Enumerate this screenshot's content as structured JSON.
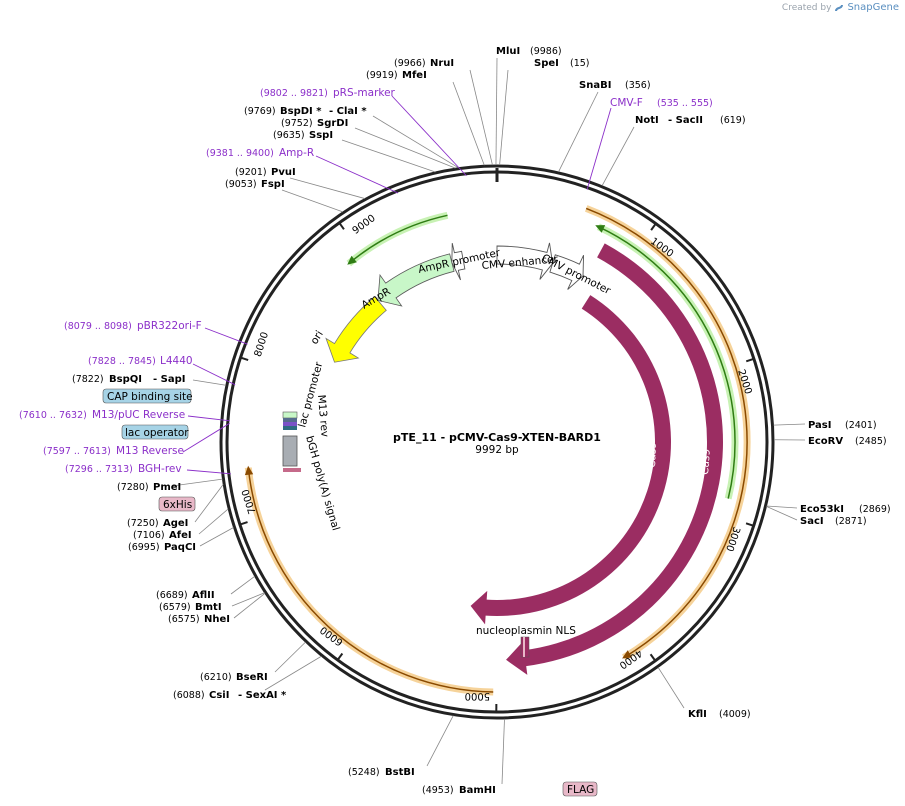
{
  "credit": {
    "prefix": "Created by",
    "brand": "SnapGene"
  },
  "plasmid": {
    "name": "pTE_11 - pCMV-Cas9-XTEN-BARD1",
    "length_label": "9992 bp"
  },
  "ticks": [
    "1000",
    "2000",
    "3000",
    "4000",
    "5000",
    "6000",
    "7000",
    "8000",
    "9000"
  ],
  "features": {
    "cmv_enhancer": "CMV enhancer",
    "cmv_promoter": "CMV promoter",
    "cas9_outer": "Cas9",
    "cas9_inner": "Cas9",
    "nucleoplasmin_nls": "nucleoplasmin NLS",
    "ampr": "AmpR",
    "ampr_promoter": "AmpR promoter",
    "ori": "ori",
    "lac_promoter": "lac promoter",
    "m13_rev": "M13 rev",
    "bgh_polya": "bGH poly(A) signal"
  },
  "sites": {
    "mlui": {
      "name": "MluI",
      "pos": "(9986)"
    },
    "spei": {
      "name": "SpeI",
      "pos": "(15)"
    },
    "nrui": {
      "name": "NruI",
      "pos": "(9966)"
    },
    "mfei": {
      "name": "MfeI",
      "pos": "(9919)"
    },
    "snabi": {
      "name": "SnaBI",
      "pos": "(356)"
    },
    "noti": {
      "name": "NotI",
      "name2": "- SacII",
      "pos": "(619)"
    },
    "bspdi": {
      "name": "BspDI *",
      "name2": "- ClaI *",
      "pos": "(9769)"
    },
    "sgrdi": {
      "name": "SgrDI",
      "pos": "(9752)"
    },
    "sspi": {
      "name": "SspI",
      "pos": "(9635)"
    },
    "pvui": {
      "name": "PvuI",
      "pos": "(9201)"
    },
    "fspi": {
      "name": "FspI",
      "pos": "(9053)"
    },
    "bspqi": {
      "name": "BspQI",
      "name2": "- SapI",
      "pos": "(7822)"
    },
    "pmei": {
      "name": "PmeI",
      "pos": "(7280)"
    },
    "agei": {
      "name": "AgeI",
      "pos": "(7250)"
    },
    "afei": {
      "name": "AfeI",
      "pos": "(7106)"
    },
    "paqci": {
      "name": "PaqCI",
      "pos": "(6995)"
    },
    "aflii": {
      "name": "AflII",
      "pos": "(6689)"
    },
    "bmti": {
      "name": "BmtI",
      "pos": "(6579)"
    },
    "nhei": {
      "name": "NheI",
      "pos": "(6575)"
    },
    "bseri": {
      "name": "BseRI",
      "pos": "(6210)"
    },
    "csii": {
      "name": "CsiI",
      "name2": "- SexAI *",
      "pos": "(6088)"
    },
    "bstbi": {
      "name": "BstBI",
      "pos": "(5248)"
    },
    "bamhi": {
      "name": "BamHI",
      "pos": "(4953)"
    },
    "kfli": {
      "name": "KflI",
      "pos": "(4009)"
    },
    "pasi": {
      "name": "PasI",
      "pos": "(2401)"
    },
    "ecorv": {
      "name": "EcoRV",
      "pos": "(2485)"
    },
    "eco53ki": {
      "name": "Eco53kI",
      "pos": "(2869)"
    },
    "saci": {
      "name": "SacI",
      "pos": "(2871)"
    }
  },
  "primers": {
    "prs": {
      "pos": "(9802 .. 9821)",
      "name": "pRS-marker"
    },
    "ampr_p": {
      "pos": "(9381 .. 9400)",
      "name": "Amp-R"
    },
    "cmvf": {
      "pos": "(535 .. 555)",
      "name": "CMV-F"
    },
    "pbr": {
      "pos": "(8079 .. 8098)",
      "name": "pBR322ori-F"
    },
    "l4440": {
      "pos": "(7828 .. 7845)",
      "name": "L4440"
    },
    "m13puc": {
      "pos": "(7610 .. 7632)",
      "name": "M13/pUC Reverse"
    },
    "m13r": {
      "pos": "(7597 .. 7613)",
      "name": "M13 Reverse"
    },
    "bghrev": {
      "pos": "(7296 .. 7313)",
      "name": "BGH-rev"
    }
  },
  "boxed": {
    "cap": "CAP binding site",
    "lacop": "lac operator",
    "his": "6xHis",
    "flag": "FLAG"
  },
  "colors": {
    "backbone": "#222222",
    "cas9": "#9b2d62",
    "orange_track": "#f6d39a",
    "orange_line": "#8a4a00",
    "green_track": "#c8f2b4",
    "green_line": "#2f7d14",
    "ampr_fill": "#c8f7c8",
    "ori_fill": "#ffff00",
    "primer": "#8b2fc9",
    "box_blue": "#a6d3e6",
    "box_pink": "#e8b8c8"
  }
}
